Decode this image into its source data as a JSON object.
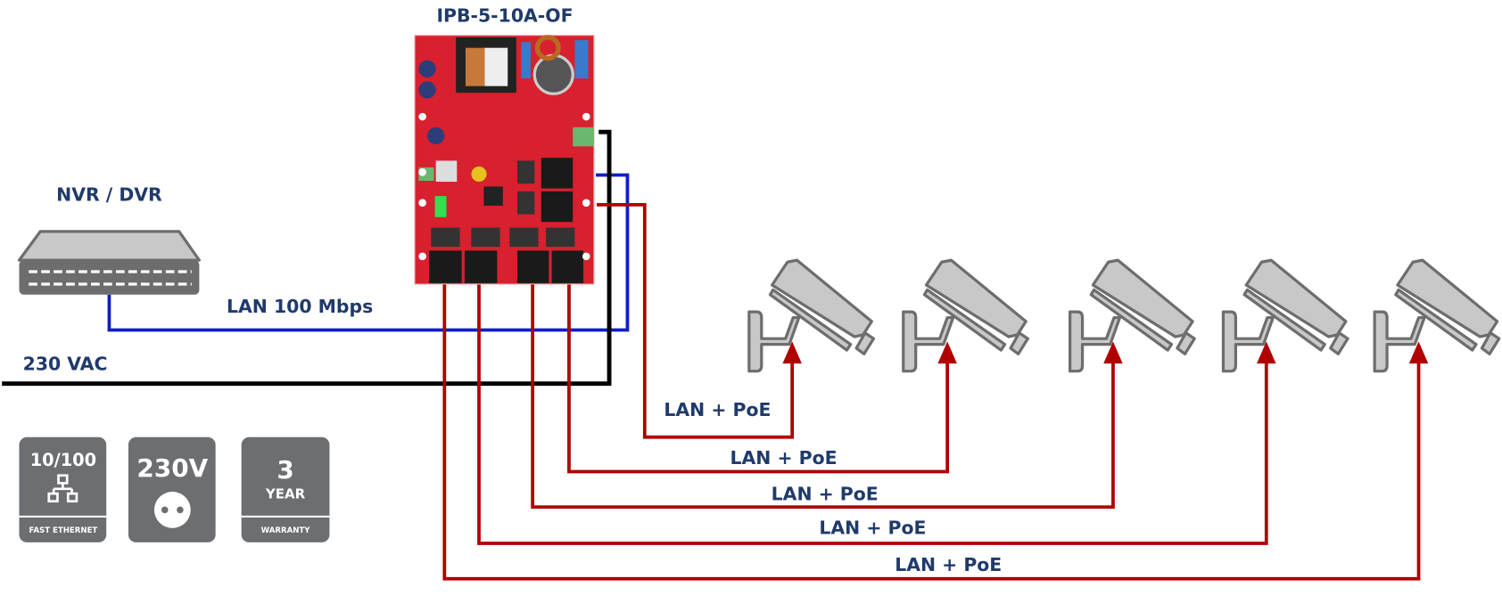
{
  "title": "IPB-5-10A-OF",
  "nvr_label": "NVR / DVR",
  "lan_label": "LAN 100 Mbps",
  "power_label": "230 VAC",
  "poe_labels": [
    "LAN + PoE",
    "LAN + PoE",
    "LAN + PoE",
    "LAN + PoE",
    "LAN + PoE"
  ],
  "badges": {
    "ethernet": {
      "top": "10/100",
      "bottom": "FAST ETHERNET",
      "icon": "network-icon"
    },
    "voltage": {
      "top": "230V",
      "icon": "power-socket-icon"
    },
    "warranty": {
      "top": "3",
      "middle": "YEAR",
      "bottom": "WARRANTY"
    }
  },
  "colors": {
    "lan": "#1020c0",
    "power": "#000000",
    "poe": "#b00000",
    "text": "#1f3a6b",
    "board": "#d8202e",
    "badge": "#6d6e71"
  }
}
